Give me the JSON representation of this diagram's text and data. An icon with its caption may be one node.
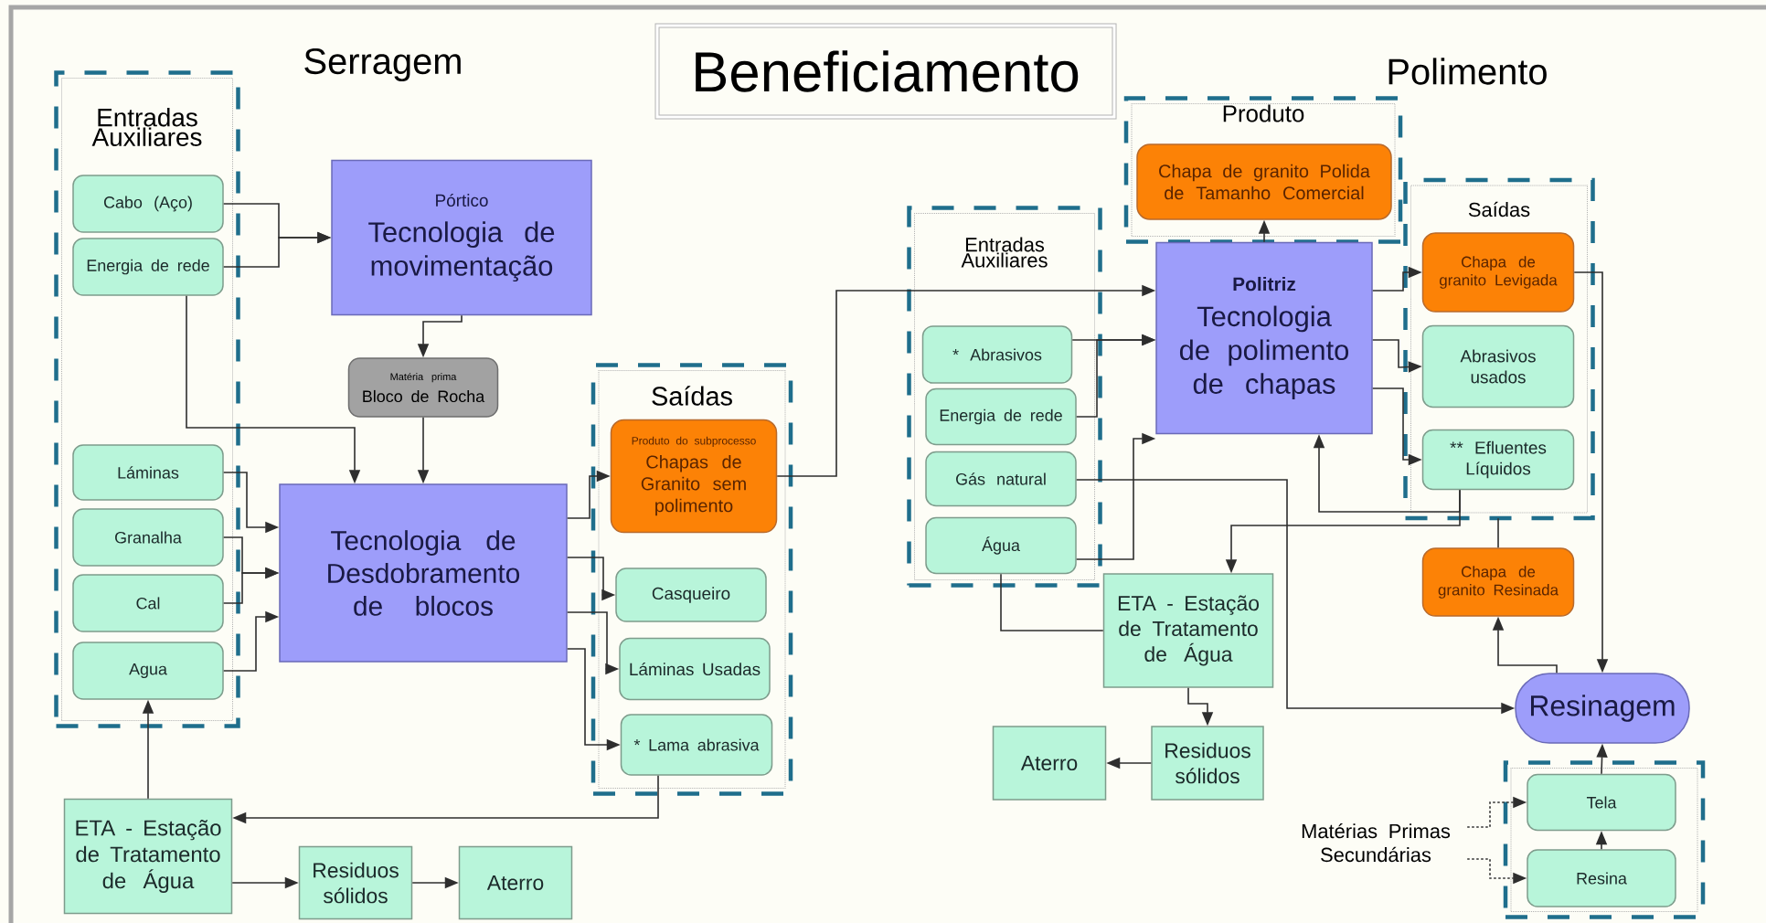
{
  "diagram": {
    "title": "Beneficiamento",
    "nodes": [
      {
        "text": [
          "Entradas Auxiliares"
        ]
      },
      {
        "text": [
          "Cabo (Aço)"
        ],
        "in": 0
      },
      {
        "text": [
          "Energia de rede"
        ],
        "in": 0
      },
      {
        "text": [
          "Láminas"
        ],
        "in": 0
      },
      {
        "text": [
          "Granalha"
        ],
        "in": 0
      },
      {
        "text": [
          "Cal"
        ],
        "in": 0
      },
      {
        "text": [
          "Agua"
        ],
        "in": 0
      },
      {
        "text": [
          "Pórtico",
          "Tecnologia de movimentação"
        ]
      },
      {
        "text": [
          "Matéria prima",
          "Bloco de Rocha"
        ]
      },
      {
        "text": [
          "Tecnologia de Desdobramento de blocos"
        ]
      },
      {
        "text": [
          "Saídas"
        ]
      },
      {
        "text": [
          "Produto do subprocesso",
          "Chapas de Granito sem polimento"
        ],
        "in": 10
      },
      {
        "text": [
          "Casqueiro"
        ],
        "in": 10
      },
      {
        "text": [
          "Láminas Usadas"
        ],
        "in": 10
      },
      {
        "text": [
          "* Lama abrasiva"
        ],
        "in": 10
      },
      {
        "text": [
          "ETA - Estação de Tratamento de Água"
        ]
      },
      {
        "text": [
          "Residuos sólidos"
        ]
      },
      {
        "text": [
          "Aterro"
        ]
      },
      {
        "text": [
          "Entradas Auxiliares"
        ]
      },
      {
        "text": [
          "* Abrasivos"
        ],
        "in": 18
      },
      {
        "text": [
          "Energia de rede"
        ],
        "in": 18
      },
      {
        "text": [
          "Gás natural"
        ],
        "in": 18
      },
      {
        "text": [
          "Água"
        ],
        "in": 18
      },
      {
        "text": [
          "Produto"
        ]
      },
      {
        "text": [
          "Chapa de granito Polida de Tamanho Comercial"
        ],
        "in": 23
      },
      {
        "text": [
          "Politriz",
          "Tecnologia de polimento de chapas"
        ]
      },
      {
        "text": [
          "Saídas"
        ]
      },
      {
        "text": [
          "Chapa de granito Levigada"
        ],
        "in": 26
      },
      {
        "text": [
          "Abrasivos usados"
        ],
        "in": 26
      },
      {
        "text": [
          "** Efluentes Líquidos"
        ],
        "in": 26
      },
      {
        "text": [
          "ETA - Estação de Tratamento de Água"
        ]
      },
      {
        "text": [
          "Residuos sólidos"
        ]
      },
      {
        "text": [
          "Aterro"
        ]
      },
      {
        "text": [
          "Chapa de granito Resinada"
        ]
      },
      {
        "text": [
          "Resinagem"
        ]
      },
      {
        "text": [],
        "shape": "box"
      },
      {
        "text": [
          "Tela"
        ],
        "in": 35
      },
      {
        "text": [
          "Resina"
        ],
        "in": 35
      },
      {
        "text": [
          "Matérias Primas Secundárias"
        ]
      }
    ],
    "edges": [
      {
        "from": 1,
        "to": 7,
        "arrow": "to"
      },
      {
        "from": 2,
        "to": 7,
        "arrow": "to"
      },
      {
        "from": 2,
        "to": 9,
        "arrow": "to"
      },
      {
        "from": 7,
        "to": 8,
        "arrow": "to"
      },
      {
        "from": 8,
        "to": 9,
        "arrow": "to"
      },
      {
        "from": 3,
        "to": 9,
        "arrow": "to"
      },
      {
        "from": 4,
        "to": 9,
        "arrow": "to"
      },
      {
        "from": 5,
        "to": 9,
        "arrow": "to"
      },
      {
        "from": 6,
        "to": 9,
        "arrow": "to"
      },
      {
        "from": 9,
        "to": 11,
        "arrow": "to"
      },
      {
        "from": 9,
        "to": 12,
        "arrow": "to"
      },
      {
        "from": 9,
        "to": 13,
        "arrow": "to"
      },
      {
        "from": 9,
        "to": 14,
        "arrow": "to"
      },
      {
        "from": 14,
        "to": 15,
        "arrow": "to"
      },
      {
        "from": 15,
        "to": 6,
        "arrow": "to"
      },
      {
        "from": 15,
        "to": 16,
        "arrow": "to"
      },
      {
        "from": 16,
        "to": 17,
        "arrow": "to"
      },
      {
        "from": 11,
        "to": 25,
        "arrow": "to"
      },
      {
        "from": 19,
        "to": 25,
        "arrow": "to"
      },
      {
        "from": 20,
        "to": 25,
        "arrow": "to"
      },
      {
        "from": 22,
        "to": 25,
        "arrow": "to"
      },
      {
        "from": 21,
        "to": 34,
        "arrow": "to"
      },
      {
        "from": 25,
        "to": 24,
        "arrow": "to"
      },
      {
        "from": 25,
        "to": 27,
        "arrow": "to"
      },
      {
        "from": 25,
        "to": 28,
        "arrow": "to"
      },
      {
        "from": 25,
        "to": 29,
        "arrow": "to"
      },
      {
        "from": 29,
        "to": 25,
        "arrow": "to"
      },
      {
        "from": 29,
        "to": 30,
        "arrow": "to"
      },
      {
        "from": 30,
        "to": 22,
        "arrow": "none"
      },
      {
        "from": 30,
        "to": 31,
        "arrow": "to"
      },
      {
        "from": 31,
        "to": 32,
        "arrow": "to"
      },
      {
        "from": 27,
        "to": 34,
        "arrow": "to"
      },
      {
        "from": 34,
        "to": 33,
        "arrow": "to"
      },
      {
        "from": 33,
        "to": 26,
        "arrow": "none"
      },
      {
        "from": 36,
        "to": 34,
        "arrow": "to"
      },
      {
        "from": 37,
        "to": 36,
        "arrow": "to"
      },
      {
        "from": 38,
        "to": 36,
        "arrow": "to",
        "style": "dashed"
      },
      {
        "from": 38,
        "to": 37,
        "arrow": "to",
        "style": "dashed"
      }
    ],
    "labels": [
      "Serragem",
      "Polimento"
    ]
  }
}
